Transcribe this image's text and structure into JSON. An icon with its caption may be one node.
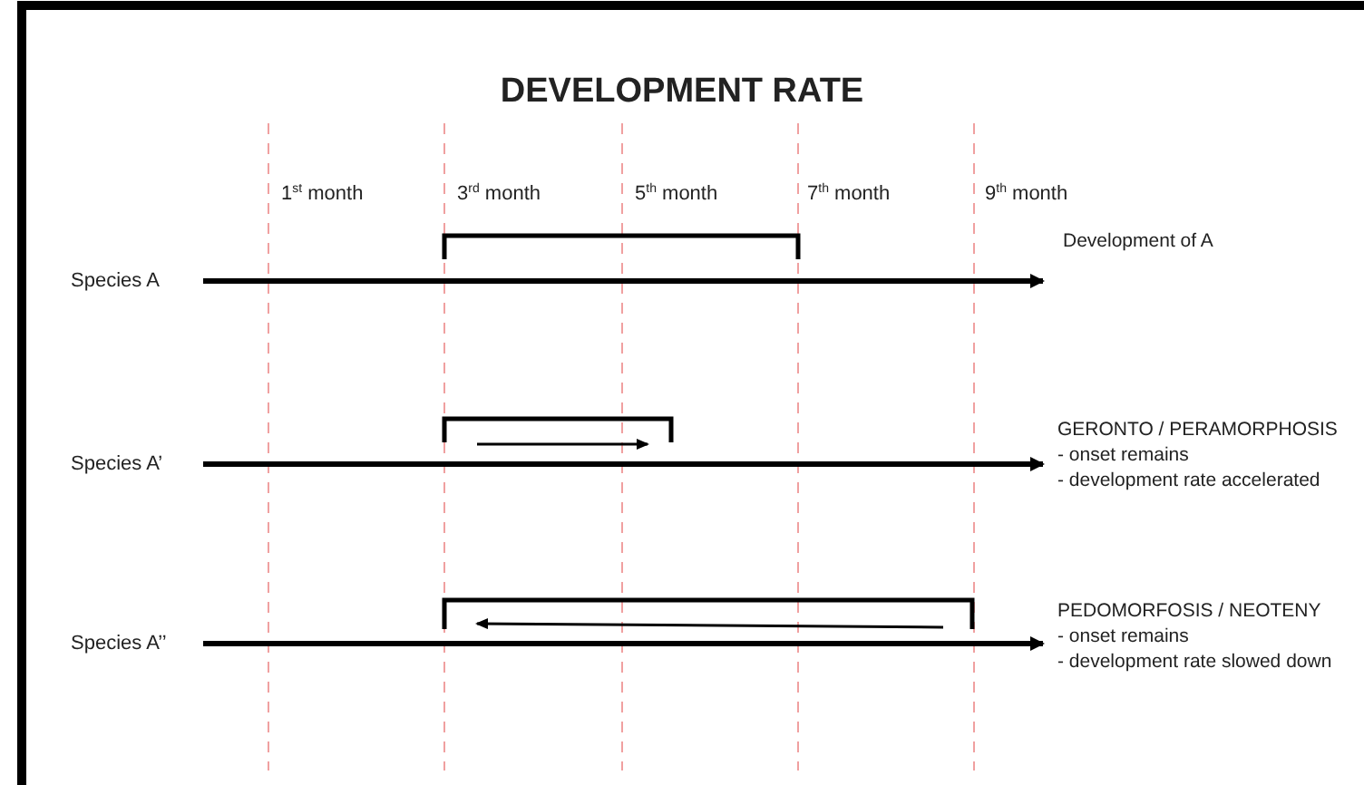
{
  "diagram": {
    "title": "DEVELOPMENT RATE",
    "labels": [
      "1$^{st}$ month",
      "3$^{rd}$ month",
      "5$^{th}$ month",
      "7$^{th}$ month",
      "9$^{th}$ month",
      "Development of A",
      "Species A",
      "GERONTO / PERAMORPHOSIS",
      "Species A’",
      "- onset remains",
      "- development rate accelerated",
      "PEDOMORFOSIS / NEOTENY",
      "Species A’’",
      "- onset remains",
      "- development rate slowed down"
    ]
  }
}
